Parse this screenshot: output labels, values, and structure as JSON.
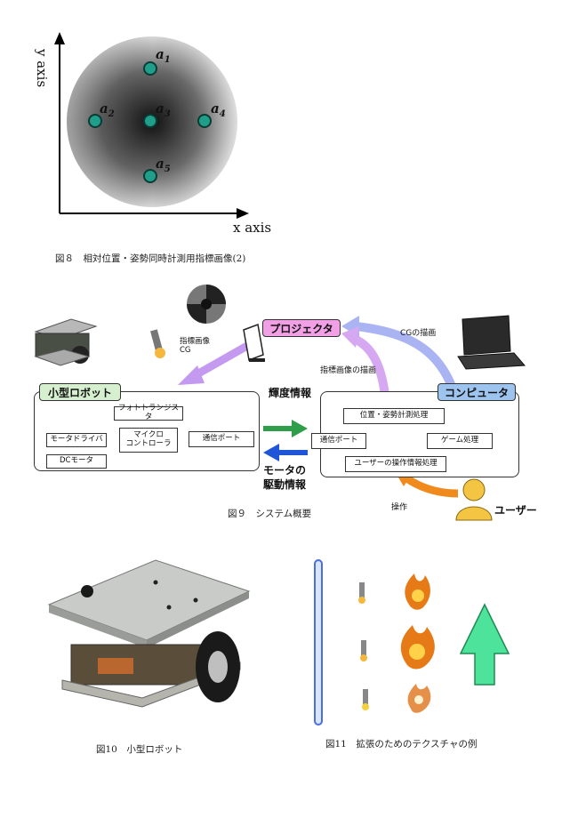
{
  "fig8": {
    "caption": "図８　相対位置・姿勢同時計測用指標画像(2)",
    "y_axis": "y axis",
    "x_axis": "x axis",
    "points": [
      {
        "base": "a",
        "sub": "1"
      },
      {
        "base": "a",
        "sub": "2"
      },
      {
        "base": "a",
        "sub": "3"
      },
      {
        "base": "a",
        "sub": "4"
      },
      {
        "base": "a",
        "sub": "5"
      }
    ],
    "colors": {
      "marker_fill": "#1f9e8a",
      "marker_stroke": "#0b3b34"
    }
  },
  "fig9": {
    "caption": "図９　システム概要",
    "marker_image_label": "指標画像\nCG",
    "projector": "プロジェクタ",
    "cg_draw": "CGの描画",
    "marker_draw": "指標画像の描画",
    "robot_title": "小型ロボット",
    "computer_title": "コンピュータ",
    "brightness_info": "輝度情報",
    "motor_info": "モータの\n駆動情報",
    "operation": "操作",
    "user": "ユーザー",
    "robot_blocks": {
      "phototransistor": "フォトトランジスタ",
      "microcontroller": "マイクロ\nコントローラ",
      "comm_port": "通信ポート",
      "motor_driver": "モータドライバ",
      "dc_motor": "DCモータ"
    },
    "computer_blocks": {
      "pose_measure": "位置・姿勢計測処理",
      "comm_port": "通信ポート",
      "game": "ゲーム処理",
      "user_input": "ユーザーの操作情報処理"
    },
    "colors": {
      "projector_tag": "#f2a0e6",
      "computer_tag": "#9cc4ef",
      "robot_tag": "#d6f0cf",
      "green_arrow": "#2e9e4a",
      "blue_arrow": "#1f55d6",
      "purple_arrow": "#c49af0",
      "lavender_arrow": "#aab4f2",
      "orange_arrow": "#f08a1c",
      "user_fill": "#f4c542"
    }
  },
  "fig10": {
    "caption": "図10　小型ロボット"
  },
  "fig11": {
    "caption": "図11　拡張のためのテクスチャの例"
  }
}
